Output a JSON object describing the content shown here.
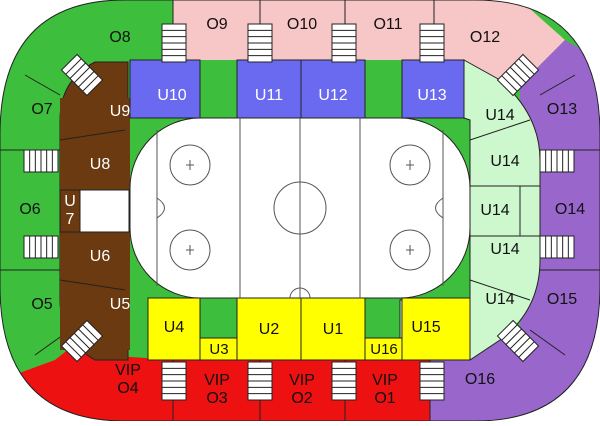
{
  "colors": {
    "outer_green": "#3dbf3d",
    "outer_pink": "#f7c6c6",
    "outer_purple": "#9966cc",
    "outer_red": "#ee1111",
    "upper_brown": "#6b3a10",
    "upper_blue": "#6a6af0",
    "upper_lightgreen": "#cdf7cd",
    "upper_yellow": "#ffff00",
    "ice": "#ffffff",
    "line": "#222222",
    "stairs": "#ffffff"
  },
  "sections": {
    "o4": "VIP\nO4",
    "o3": "VIP\nO3",
    "o2": "VIP\nO2",
    "o1": "VIP\nO1",
    "o5": "O5",
    "o6": "O6",
    "o7": "O7",
    "o8": "O8",
    "o9": "O9",
    "o10": "O10",
    "o11": "O11",
    "o12": "O12",
    "o13": "O13",
    "o14": "O14",
    "o15": "O15",
    "o16": "O16",
    "u1": "U1",
    "u2": "U2",
    "u3": "U3",
    "u4": "U4",
    "u5": "U5",
    "u6": "U6",
    "u7": "U\n7",
    "u8": "U8",
    "u9": "U9",
    "u10": "U10",
    "u11": "U11",
    "u12": "U12",
    "u13": "U13",
    "u14a": "U14",
    "u14b": "U14",
    "u14c": "U14",
    "u14d": "U14",
    "u14e": "U14",
    "u15": "U15",
    "u16": "U16"
  }
}
